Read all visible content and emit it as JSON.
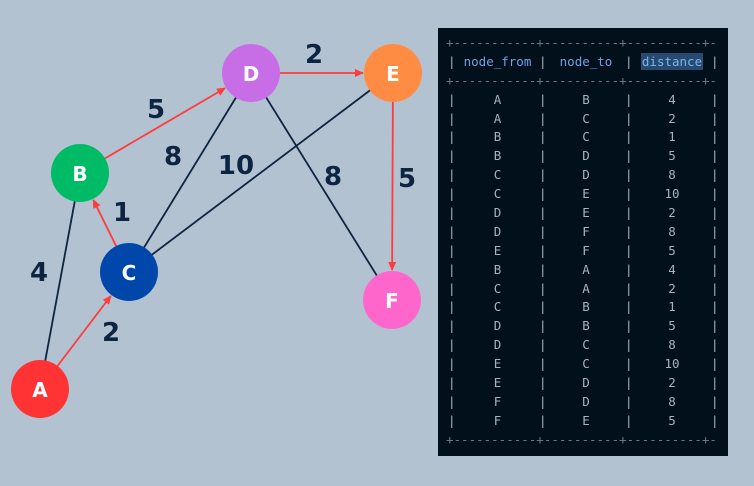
{
  "graph": {
    "nodes": [
      {
        "id": "A",
        "color": "#ff3333"
      },
      {
        "id": "B",
        "color": "#00bb66"
      },
      {
        "id": "C",
        "color": "#0047ab"
      },
      {
        "id": "D",
        "color": "#c76ee6"
      },
      {
        "id": "E",
        "color": "#ff8c42"
      },
      {
        "id": "F",
        "color": "#ff66cc"
      }
    ],
    "edges": [
      {
        "from": "A",
        "to": "B",
        "weight": "4",
        "directed": false
      },
      {
        "from": "A",
        "to": "C",
        "weight": "2",
        "directed": true
      },
      {
        "from": "C",
        "to": "B",
        "weight": "1",
        "directed": true
      },
      {
        "from": "B",
        "to": "D",
        "weight": "5",
        "directed": true
      },
      {
        "from": "C",
        "to": "D",
        "weight": "8",
        "directed": false
      },
      {
        "from": "C",
        "to": "E",
        "weight": "10",
        "directed": false
      },
      {
        "from": "D",
        "to": "E",
        "weight": "2",
        "directed": true
      },
      {
        "from": "D",
        "to": "F",
        "weight": "8",
        "directed": false
      },
      {
        "from": "E",
        "to": "F",
        "weight": "5",
        "directed": true
      }
    ],
    "colors": {
      "directed_edge": "#ff3b3b",
      "undirected_edge": "#0d2540"
    }
  },
  "table": {
    "headers": [
      "node_from",
      "node_to",
      "distance"
    ],
    "highlighted_header": "distance",
    "rows": [
      [
        "A",
        "B",
        "4"
      ],
      [
        "A",
        "C",
        "2"
      ],
      [
        "B",
        "C",
        "1"
      ],
      [
        "B",
        "D",
        "5"
      ],
      [
        "C",
        "D",
        "8"
      ],
      [
        "C",
        "E",
        "10"
      ],
      [
        "D",
        "E",
        "2"
      ],
      [
        "D",
        "F",
        "8"
      ],
      [
        "E",
        "F",
        "5"
      ],
      [
        "B",
        "A",
        "4"
      ],
      [
        "C",
        "A",
        "2"
      ],
      [
        "C",
        "B",
        "1"
      ],
      [
        "D",
        "B",
        "5"
      ],
      [
        "D",
        "C",
        "8"
      ],
      [
        "E",
        "C",
        "10"
      ],
      [
        "E",
        "D",
        "2"
      ],
      [
        "F",
        "D",
        "8"
      ],
      [
        "F",
        "E",
        "5"
      ]
    ]
  }
}
